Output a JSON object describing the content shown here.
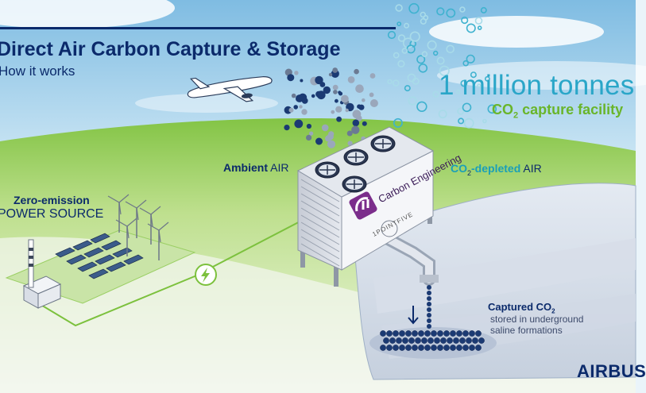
{
  "header": {
    "title": "Direct Air Carbon Capture & Storage",
    "subtitle": "How it works"
  },
  "capacity": {
    "amount": "1 million tonnes",
    "label_prefix": "CO",
    "label_sub": "2",
    "label_suffix": " capture facility"
  },
  "labels": {
    "ambient_bold": "Ambient",
    "ambient_rest": " AIR",
    "depleted_prefix": "CO",
    "depleted_sub": "2",
    "depleted_bold_suffix": "-depleted",
    "depleted_rest": " AIR",
    "power_line1": "Zero-emission",
    "power_line2": "POWER SOURCE",
    "captured_prefix": "Captured CO",
    "captured_sub": "2",
    "captured_desc": "stored in underground saline formations"
  },
  "logos": {
    "unit_brand": "Carbon Engineering",
    "unit_partner": "1POINTFIVE",
    "company": "AIRBUS"
  },
  "colors": {
    "navy": "#0b2a6b",
    "sky_top": "#8fc6e6",
    "grass": "#7fc242",
    "accent_green": "#69b52a",
    "accent_cyan": "#2aa6c8",
    "ground_gray": "#c9d2df"
  }
}
